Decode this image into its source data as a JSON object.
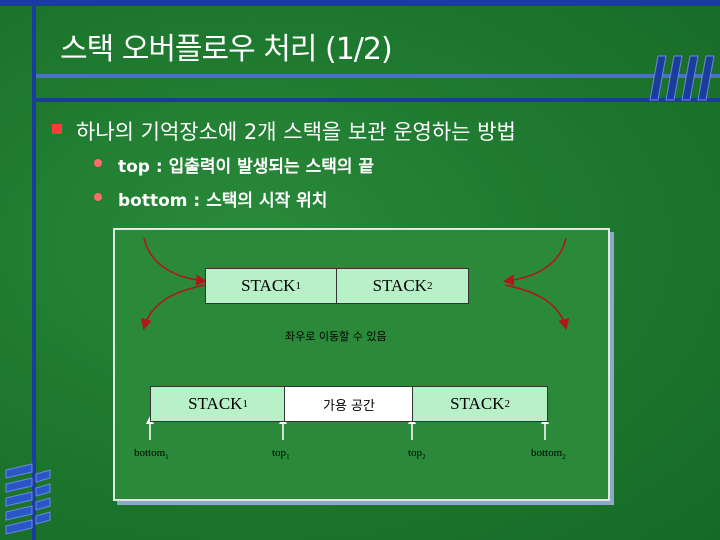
{
  "slide": {
    "title": "스택 오버플로우 처리 (1/2)",
    "bullet_main": "하나의 기억장소에 2개 스택을 보관 운영하는 방법",
    "bullets": [
      "top : 입출력이 발생되는 스택의 끝",
      "bottom : 스택의 시작 위치"
    ]
  },
  "diagram": {
    "top_box": {
      "left": "STACK",
      "left_sub": "1",
      "right": "STACK",
      "right_sub": "2"
    },
    "move_caption": "좌우로 이동할 수 있음",
    "bottom_box": {
      "left": "STACK",
      "left_sub": "1",
      "middle": "가용 공간",
      "right": "STACK",
      "right_sub": "2"
    },
    "pointers": [
      {
        "label": "bottom",
        "sub": "1"
      },
      {
        "label": "top",
        "sub": "1"
      },
      {
        "label": "top",
        "sub": "2"
      },
      {
        "label": "bottom",
        "sub": "2"
      }
    ]
  },
  "colors": {
    "background": "#1f7a30",
    "frame": "#1a3c9a",
    "cell_light": "#b8f0c8",
    "cell_white": "#ffffff",
    "arrow": "#b01818",
    "bullet_square": "#ff3a3a",
    "bullet_dot": "#ff6a6a"
  }
}
